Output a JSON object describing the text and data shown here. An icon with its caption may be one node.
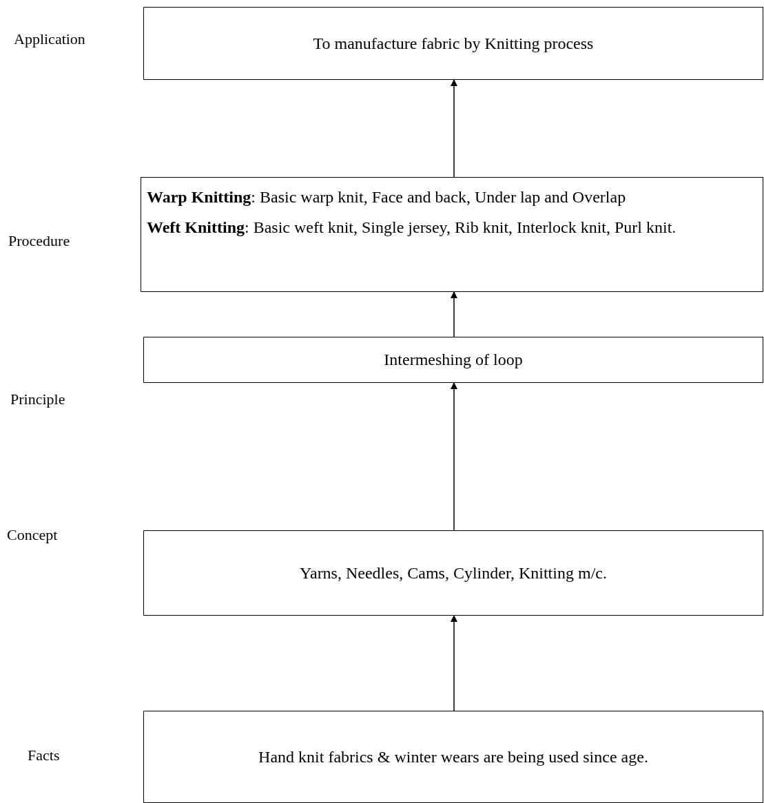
{
  "diagram": {
    "nodes": [
      {
        "text": [
          "To manufacture fabric by Knitting process"
        ]
      },
      {
        "text": [
          "**Warp Knitting**: Basic warp knit, Face and back, Under lap and Overlap",
          "**Weft Knitting**: Basic weft knit, Single jersey, Rib knit, Interlock knit, Purl knit."
        ]
      },
      {
        "text": [
          "Intermeshing of loop"
        ]
      },
      {
        "text": [
          "Yarns, Needles, Cams, Cylinder, Knitting m/c."
        ]
      },
      {
        "text": [
          "Hand knit fabrics & winter wears are being used since age."
        ]
      }
    ],
    "labels": [
      "Application",
      "Procedure",
      "Principle",
      "Concept",
      "Facts"
    ],
    "edges": [
      {
        "from": 1,
        "to": 0,
        "arrow": "to"
      },
      {
        "from": 2,
        "to": 1,
        "arrow": "to"
      },
      {
        "from": 3,
        "to": 2,
        "arrow": "to"
      },
      {
        "from": 4,
        "to": 3,
        "arrow": "to"
      }
    ]
  }
}
